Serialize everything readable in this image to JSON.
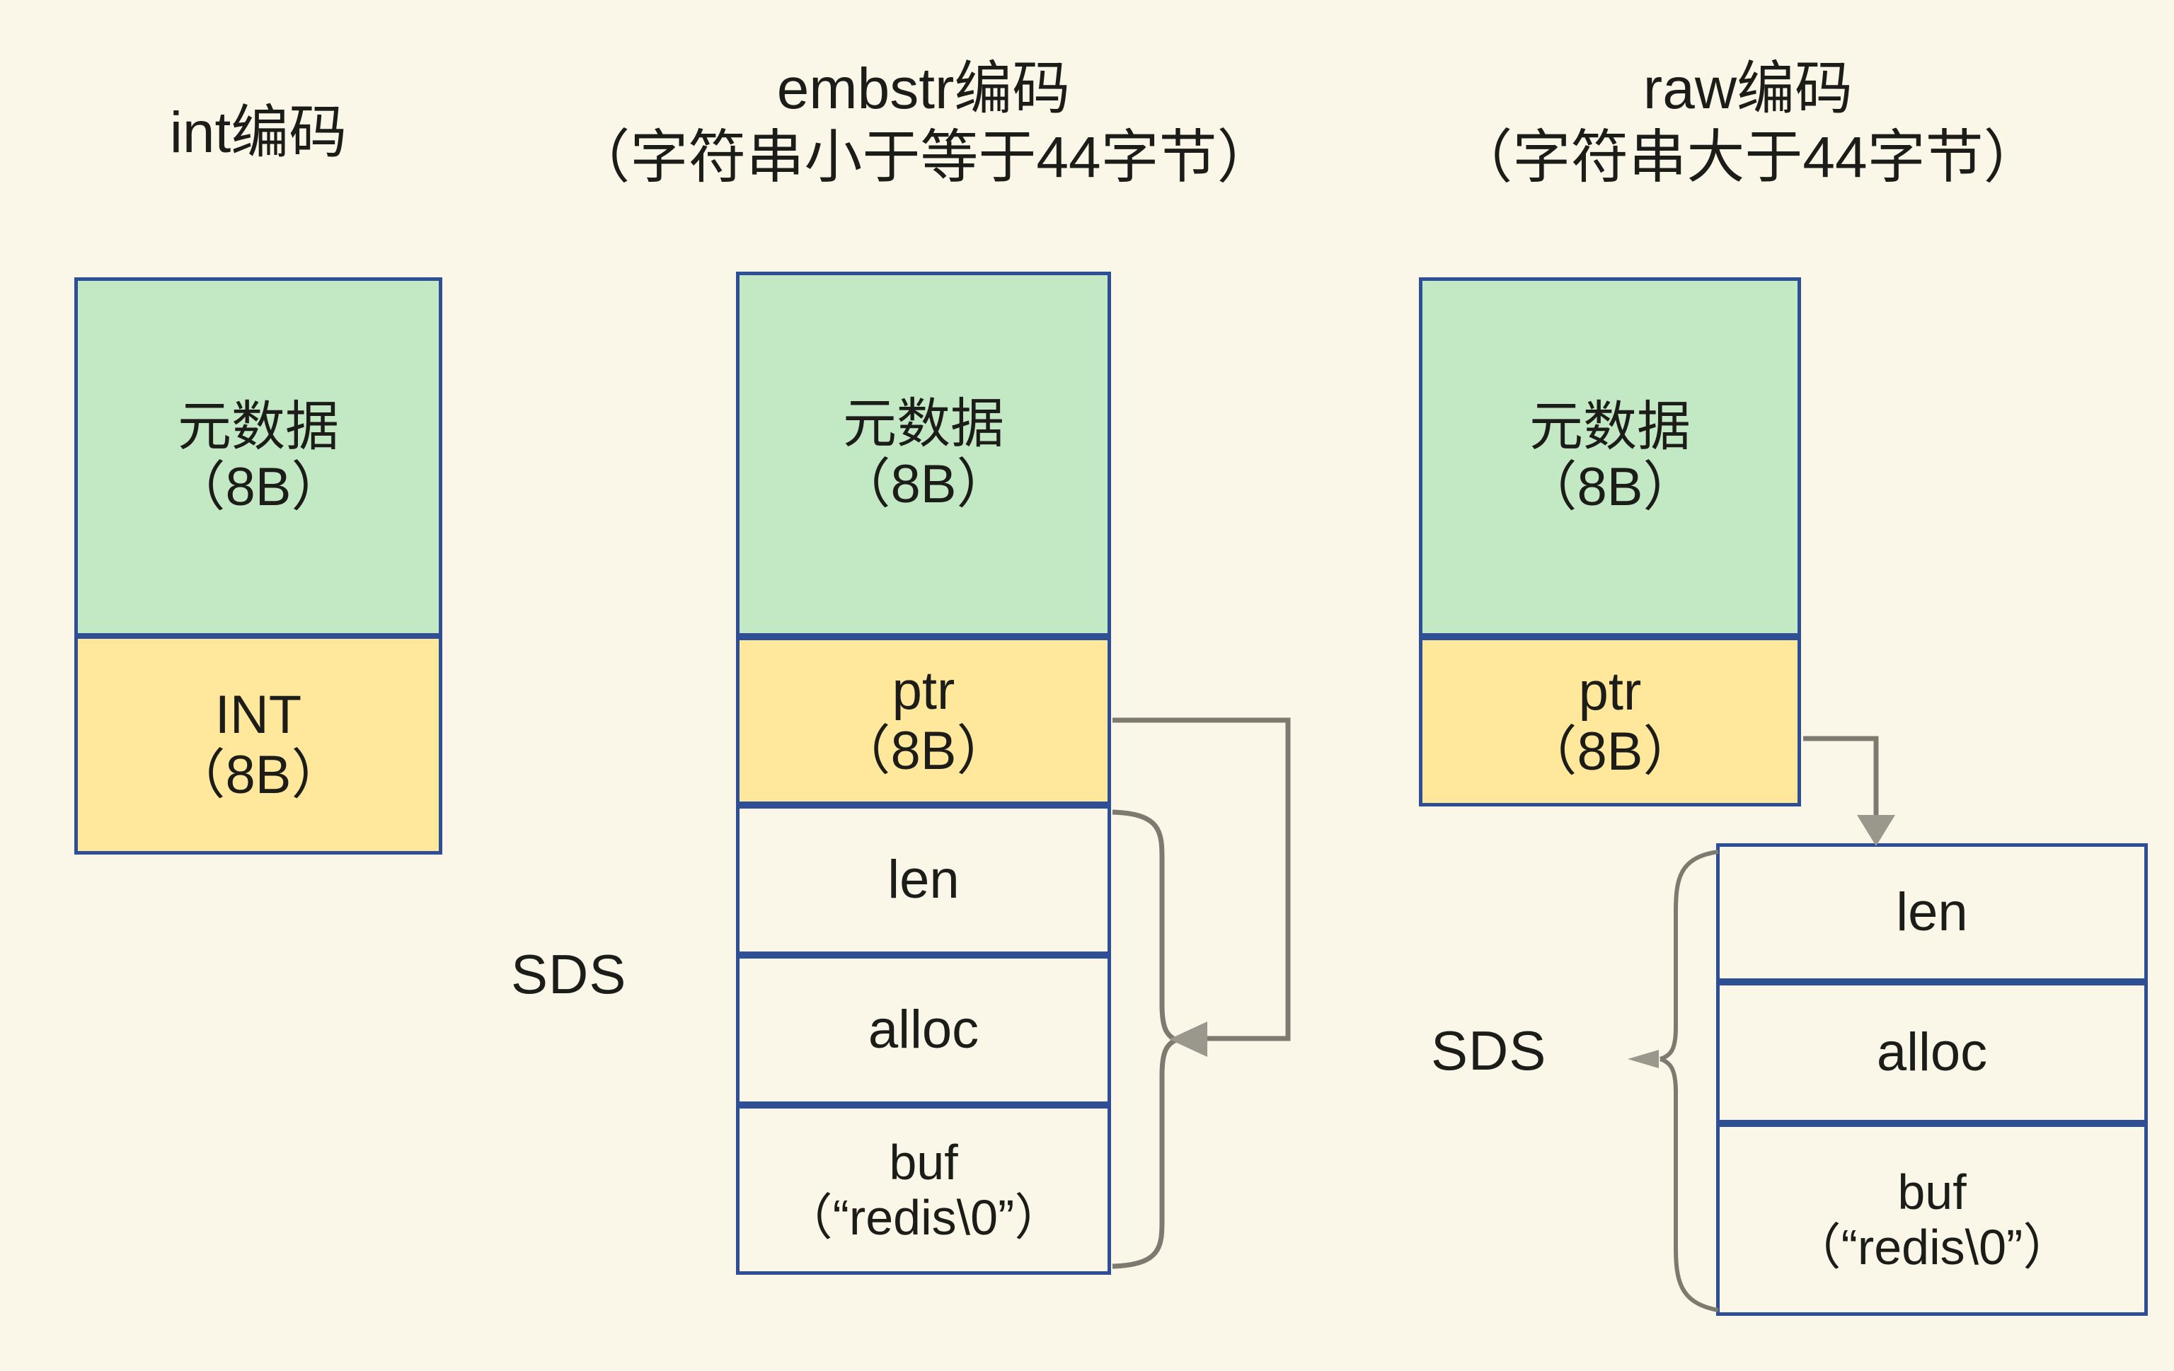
{
  "background_color": "#faf7e9",
  "colors": {
    "metadata_box": "#c2e8c4",
    "pointer_box": "#ffe79b",
    "plain_box": "#faf7e9",
    "box_border": "#2e4f96",
    "connector": "#7d7a70",
    "text": "#1c1c18"
  },
  "columns": [
    {
      "id": "int",
      "title": "int编码",
      "title_lines": [
        "int编码"
      ],
      "boxes": [
        {
          "id": "int-metadata",
          "label": "元数据\n（8B）",
          "fill": "green"
        },
        {
          "id": "int-value",
          "label": "INT\n（8B）",
          "fill": "yellow"
        }
      ]
    },
    {
      "id": "embstr",
      "title": "embstr编码\n（字符串小于等于44字节）",
      "title_lines": [
        "embstr编码",
        "（字符串小于等于44字节）"
      ],
      "sds_label": "SDS",
      "boxes": [
        {
          "id": "embstr-metadata",
          "label": "元数据\n（8B）",
          "fill": "green"
        },
        {
          "id": "embstr-ptr",
          "label": "ptr\n（8B）",
          "fill": "yellow"
        },
        {
          "id": "embstr-len",
          "label": "len",
          "fill": "plain"
        },
        {
          "id": "embstr-alloc",
          "label": "alloc",
          "fill": "plain"
        },
        {
          "id": "embstr-buf",
          "label": "buf\n（“redis\\0”）",
          "fill": "plain"
        }
      ]
    },
    {
      "id": "raw",
      "title": "raw编码\n（字符串大于44字节）",
      "title_lines": [
        "raw编码",
        "（字符串大于44字节）"
      ],
      "sds_label": "SDS",
      "boxes": [
        {
          "id": "raw-metadata",
          "label": "元数据\n（8B）",
          "fill": "green"
        },
        {
          "id": "raw-ptr",
          "label": "ptr\n（8B）",
          "fill": "yellow"
        },
        {
          "id": "raw-len",
          "label": "len",
          "fill": "plain"
        },
        {
          "id": "raw-alloc",
          "label": "alloc",
          "fill": "plain"
        },
        {
          "id": "raw-buf",
          "label": "buf\n（“redis\\0”）",
          "fill": "plain"
        }
      ]
    }
  ],
  "connectors": [
    {
      "id": "embstr-ptr-to-sds",
      "from": "embstr-ptr",
      "to": "embstr-sds-brace",
      "kind": "arrow"
    },
    {
      "id": "embstr-sds-brace",
      "kind": "brace",
      "groups": [
        "embstr-len",
        "embstr-alloc",
        "embstr-buf"
      ]
    },
    {
      "id": "raw-ptr-to-sds",
      "from": "raw-ptr",
      "to": "raw-sds",
      "kind": "arrow"
    },
    {
      "id": "raw-sds-brace",
      "kind": "brace",
      "groups": [
        "raw-len",
        "raw-alloc",
        "raw-buf"
      ]
    }
  ]
}
